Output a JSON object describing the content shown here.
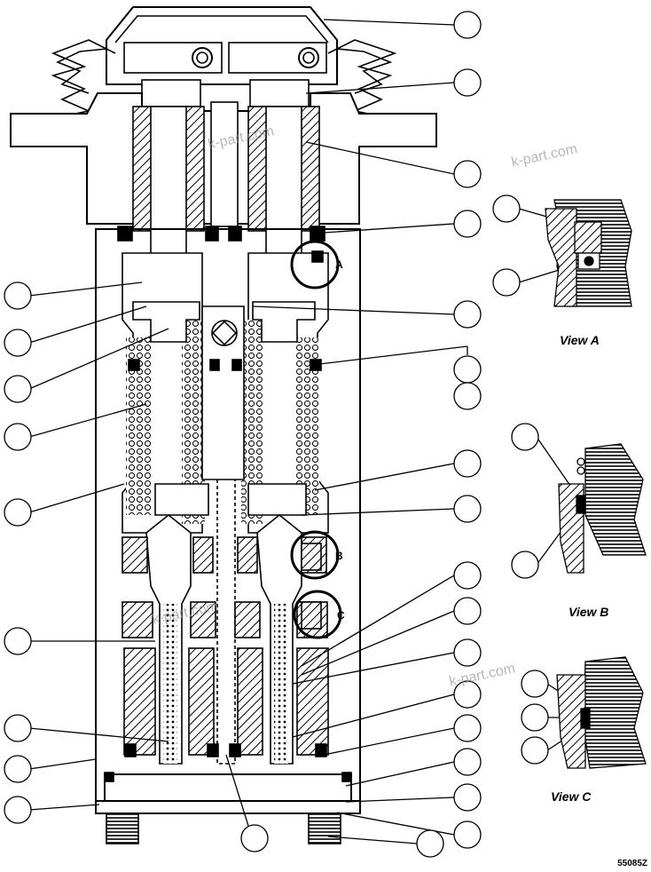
{
  "views": {
    "a_label": "View A",
    "b_label": "View B",
    "c_label": "View C"
  },
  "detail_markers": {
    "a": "A",
    "b": "B",
    "c": "C"
  },
  "drawing_code": "55085Z",
  "watermark_text": "k-part.com",
  "colors": {
    "line": "#000000",
    "background": "#ffffff",
    "watermark": "#9a9a9a"
  }
}
